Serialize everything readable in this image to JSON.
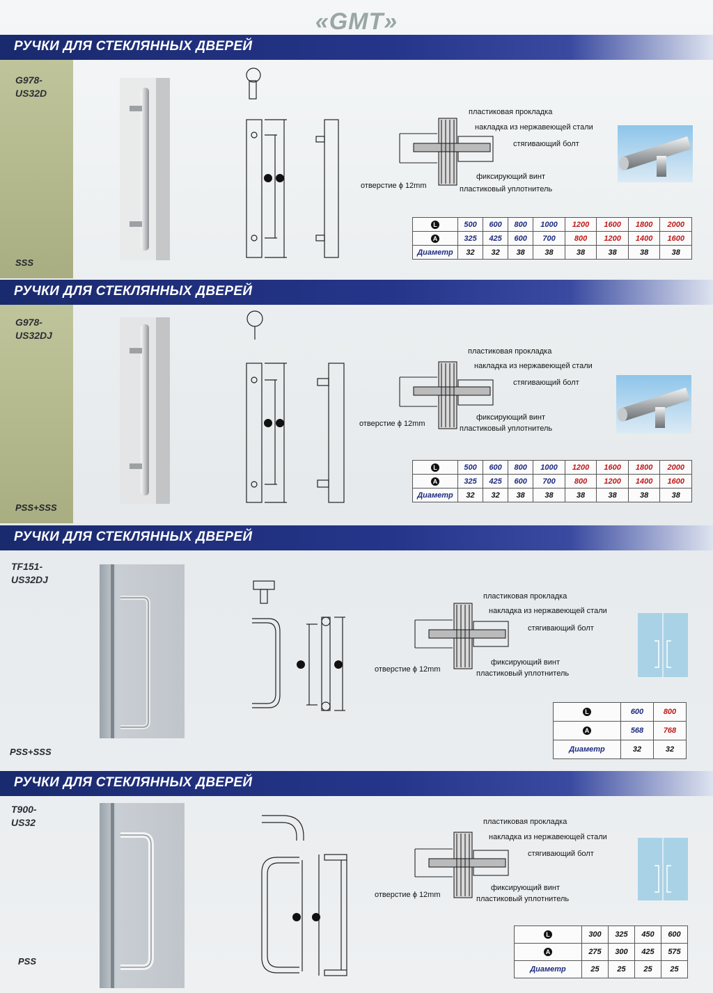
{
  "brand": "«GMT»",
  "sections": [
    {
      "title": "РУЧКИ ДЛЯ СТЕКЛЯННЫХ ДВЕРЕЙ",
      "model": "G978-\nUS32D",
      "finish": "SSS",
      "labels": [
        "пластиковая прокладка",
        "накладка из нержавеющей стали",
        "стягивающий болт",
        "фиксирующий винт",
        "пластиковый уплотнитель",
        "отверстие ϕ 12mm"
      ],
      "table": {
        "row_L": [
          "500",
          "600",
          "800",
          "1000",
          "1200",
          "1600",
          "1800",
          "2000"
        ],
        "row_A": [
          "325",
          "425",
          "600",
          "700",
          "800",
          "1200",
          "1400",
          "1600"
        ],
        "row_D_label": "Диаметр",
        "row_D": [
          "32",
          "32",
          "38",
          "38",
          "38",
          "38",
          "38",
          "38"
        ]
      }
    },
    {
      "title": "РУЧКИ ДЛЯ СТЕКЛЯННЫХ ДВЕРЕЙ",
      "model": "G978-\nUS32DJ",
      "finish": "PSS+SSS",
      "labels": [
        "пластиковая прокладка",
        "накладка из нержавеющей стали",
        "стягивающий болт",
        "фиксирующий винт",
        "пластиковый уплотнитель",
        "отверстие ϕ 12mm"
      ],
      "table": {
        "row_L": [
          "500",
          "600",
          "800",
          "1000",
          "1200",
          "1600",
          "1800",
          "2000"
        ],
        "row_A": [
          "325",
          "425",
          "600",
          "700",
          "800",
          "1200",
          "1400",
          "1600"
        ],
        "row_D_label": "Диаметр",
        "row_D": [
          "32",
          "32",
          "38",
          "38",
          "38",
          "38",
          "38",
          "38"
        ]
      }
    },
    {
      "title": "РУЧКИ ДЛЯ СТЕКЛЯННЫХ ДВЕРЕЙ",
      "model": "TF151-\nUS32DJ",
      "finish": "PSS+SSS",
      "labels": [
        "пластиковая прокладка",
        "накладка из нержавеющей стали",
        "стягивающий болт",
        "фиксирующий винт",
        "пластиковый уплотнитель",
        "отверстие ϕ 12mm"
      ],
      "table": {
        "row_L": [
          "600",
          "800"
        ],
        "row_A": [
          "568",
          "768"
        ],
        "row_D_label": "Диаметр",
        "row_D": [
          "32",
          "32"
        ]
      }
    },
    {
      "title": "РУЧКИ ДЛЯ СТЕКЛЯННЫХ ДВЕРЕЙ",
      "model": "T900-\nUS32",
      "finish": "PSS",
      "labels": [
        "пластиковая прокладка",
        "накладка из нержавеющей стали",
        "стягивающий болт",
        "фиксирующий винт",
        "пластиковый уплотнитель",
        "отверстие ϕ 12mm"
      ],
      "table": {
        "row_L": [
          "300",
          "325",
          "450",
          "600"
        ],
        "row_A": [
          "275",
          "300",
          "425",
          "575"
        ],
        "row_D_label": "Диаметр",
        "row_D": [
          "25",
          "25",
          "25",
          "25"
        ]
      }
    }
  ],
  "badges": {
    "L": "L",
    "A": "A"
  },
  "colors": {
    "banner": "#1a2a6e",
    "olive": "#b4b98c",
    "red_values": "#c01818",
    "dark_values": "#1d2a80"
  }
}
